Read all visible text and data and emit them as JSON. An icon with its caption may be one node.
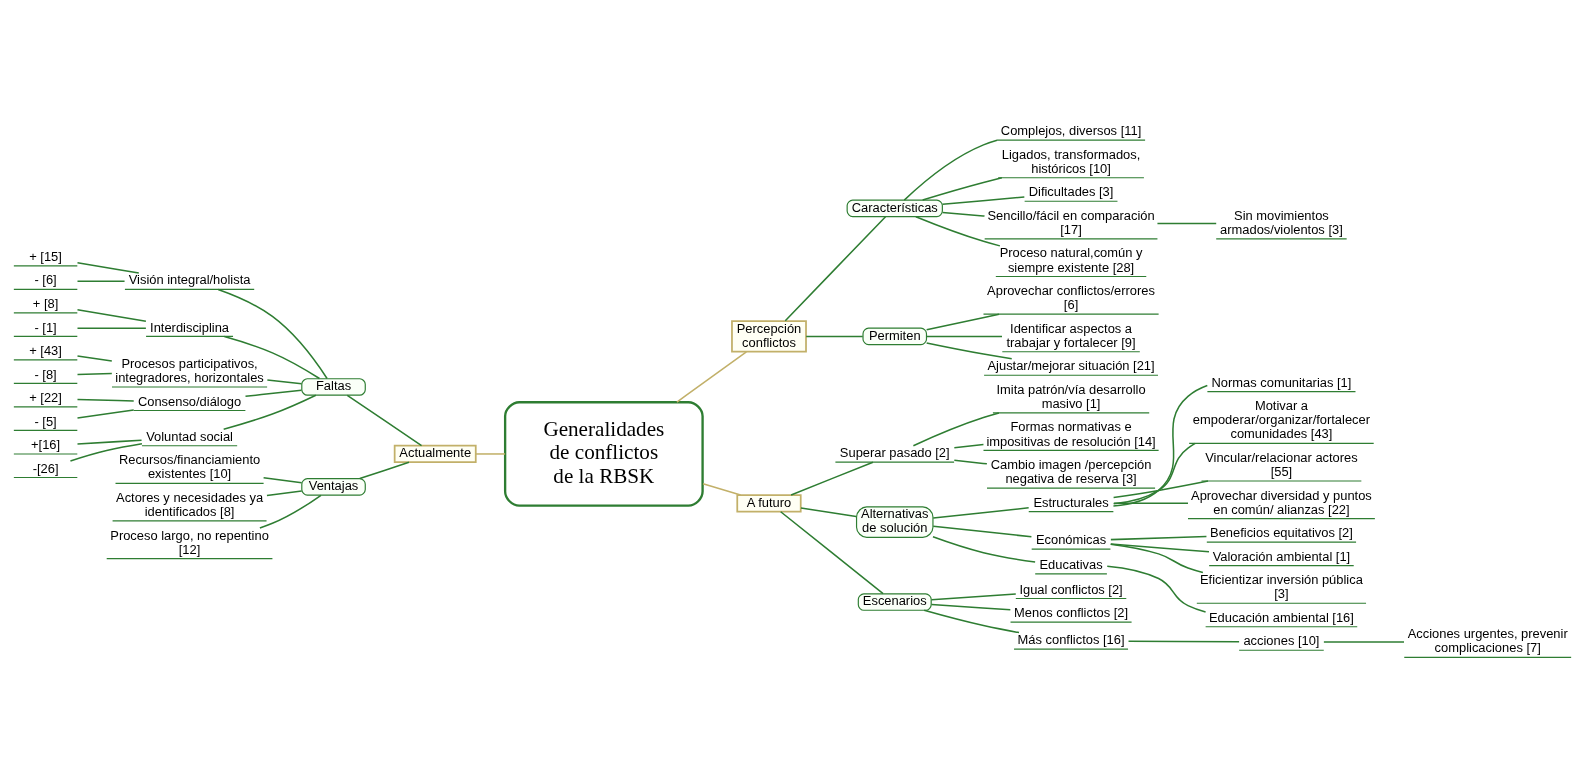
{
  "diagram": {
    "nodes": [
      {
        "text": [
          "Generalidades de conflictos de la RBSK"
        ]
      },
      {
        "text": [
          "Percepción conflictos"
        ]
      },
      {
        "text": [
          "Características"
        ]
      },
      {
        "text": [
          "Complejos, diversos [11]"
        ]
      },
      {
        "text": [
          "Ligados, transformados, históricos [10]"
        ]
      },
      {
        "text": [
          "Dificultades [3]"
        ]
      },
      {
        "text": [
          "Sencillo/fácil en comparación [17]"
        ]
      },
      {
        "text": [
          "Sin movimientos armados/violentos [3]"
        ]
      },
      {
        "text": [
          "Proceso natural,común y siempre existente [28]"
        ]
      },
      {
        "text": [
          "Permiten"
        ]
      },
      {
        "text": [
          "Aprovechar conflictos/errores [6]"
        ]
      },
      {
        "text": [
          "Identificar aspectos a trabajar y fortalecer [9]"
        ]
      },
      {
        "text": [
          "Ajustar/mejorar situación [21]"
        ]
      },
      {
        "text": [
          "A futuro"
        ]
      },
      {
        "text": [
          "Superar pasado [2]"
        ]
      },
      {
        "text": [
          "Imita patrón/vía desarrollo masivo [1]"
        ]
      },
      {
        "text": [
          "Formas normativas e impositivas de resolución [14]"
        ]
      },
      {
        "text": [
          "Cambio imagen /percepción negativa de reserva [3]"
        ]
      },
      {
        "text": [
          "Alternativas de solución"
        ]
      },
      {
        "text": [
          "Estructurales"
        ]
      },
      {
        "text": [
          "Normas comunitarias [1]"
        ]
      },
      {
        "text": [
          "Motivar a empoderar/organizar/fortalecer comunidades [43]"
        ]
      },
      {
        "text": [
          "Vincular/relacionar actores [55]"
        ]
      },
      {
        "text": [
          "Aprovechar diversidad y puntos en común/ alianzas [22]"
        ]
      },
      {
        "text": [
          "Económicas"
        ]
      },
      {
        "text": [
          "Beneficios equitativos [2]"
        ]
      },
      {
        "text": [
          "Valoración ambiental [1]"
        ]
      },
      {
        "text": [
          "Eficientizar inversión pública [3]"
        ]
      },
      {
        "text": [
          "Educativas"
        ]
      },
      {
        "text": [
          "Educación ambiental [16]"
        ]
      },
      {
        "text": [
          "Escenarios"
        ]
      },
      {
        "text": [
          "Igual conflictos [2]"
        ]
      },
      {
        "text": [
          "Menos conflictos [2]"
        ]
      },
      {
        "text": [
          "Más conflictos [16]"
        ]
      },
      {
        "text": [
          "acciones [10]"
        ]
      },
      {
        "text": [
          "Acciones urgentes, prevenir complicaciones [7]"
        ]
      },
      {
        "text": [
          "Actualmente"
        ]
      },
      {
        "text": [
          "Faltas"
        ]
      },
      {
        "text": [
          "Visión integral/holista"
        ]
      },
      {
        "text": [
          "+ [15]"
        ]
      },
      {
        "text": [
          "- [6]"
        ]
      },
      {
        "text": [
          "Interdisciplina"
        ]
      },
      {
        "text": [
          "+ [8]"
        ]
      },
      {
        "text": [
          "- [1]"
        ]
      },
      {
        "text": [
          "Procesos participativos, integradores, horizontales"
        ]
      },
      {
        "text": [
          "+ [43]"
        ]
      },
      {
        "text": [
          "- [8]"
        ]
      },
      {
        "text": [
          "Consenso/diálogo"
        ]
      },
      {
        "text": [
          "+ [22]"
        ]
      },
      {
        "text": [
          "- [5]"
        ]
      },
      {
        "text": [
          "Voluntad social"
        ]
      },
      {
        "text": [
          "+[16]"
        ]
      },
      {
        "text": [
          "-[26]"
        ]
      },
      {
        "text": [
          "Ventajas"
        ]
      },
      {
        "text": [
          "Recursos/financiamiento existentes [10]"
        ]
      },
      {
        "text": [
          "Actores y necesidades ya identificados [8]"
        ]
      },
      {
        "text": [
          "Proceso largo, no repentino [12]"
        ]
      }
    ],
    "edges": [
      {
        "from": 0,
        "to": 1,
        "arrow": "none",
        "color": "#c2b069"
      },
      {
        "from": 1,
        "to": 2,
        "arrow": "none"
      },
      {
        "from": 2,
        "to": 3,
        "arrow": "none"
      },
      {
        "from": 2,
        "to": 4,
        "arrow": "none"
      },
      {
        "from": 2,
        "to": 5,
        "arrow": "none"
      },
      {
        "from": 2,
        "to": 6,
        "arrow": "none"
      },
      {
        "from": 6,
        "to": 7,
        "arrow": "none"
      },
      {
        "from": 2,
        "to": 8,
        "arrow": "none"
      },
      {
        "from": 1,
        "to": 9,
        "arrow": "none"
      },
      {
        "from": 9,
        "to": 10,
        "arrow": "none"
      },
      {
        "from": 9,
        "to": 11,
        "arrow": "none"
      },
      {
        "from": 9,
        "to": 12,
        "arrow": "none"
      },
      {
        "from": 0,
        "to": 13,
        "arrow": "none",
        "color": "#c2b069"
      },
      {
        "from": 13,
        "to": 14,
        "arrow": "none"
      },
      {
        "from": 14,
        "to": 15,
        "arrow": "none"
      },
      {
        "from": 14,
        "to": 16,
        "arrow": "none"
      },
      {
        "from": 14,
        "to": 17,
        "arrow": "none"
      },
      {
        "from": 13,
        "to": 18,
        "arrow": "none"
      },
      {
        "from": 18,
        "to": 19,
        "arrow": "none"
      },
      {
        "from": 19,
        "to": 20,
        "arrow": "none"
      },
      {
        "from": 19,
        "to": 21,
        "arrow": "none"
      },
      {
        "from": 19,
        "to": 22,
        "arrow": "none"
      },
      {
        "from": 19,
        "to": 23,
        "arrow": "none"
      },
      {
        "from": 18,
        "to": 24,
        "arrow": "none"
      },
      {
        "from": 24,
        "to": 25,
        "arrow": "none"
      },
      {
        "from": 24,
        "to": 26,
        "arrow": "none"
      },
      {
        "from": 24,
        "to": 27,
        "arrow": "none"
      },
      {
        "from": 18,
        "to": 28,
        "arrow": "none"
      },
      {
        "from": 28,
        "to": 29,
        "arrow": "none"
      },
      {
        "from": 13,
        "to": 30,
        "arrow": "none"
      },
      {
        "from": 30,
        "to": 31,
        "arrow": "none"
      },
      {
        "from": 30,
        "to": 32,
        "arrow": "none"
      },
      {
        "from": 30,
        "to": 33,
        "arrow": "none"
      },
      {
        "from": 33,
        "to": 34,
        "arrow": "none"
      },
      {
        "from": 34,
        "to": 35,
        "arrow": "none"
      },
      {
        "from": 36,
        "to": 0,
        "arrow": "none",
        "color": "#c2b069"
      },
      {
        "from": 37,
        "to": 36,
        "arrow": "none"
      },
      {
        "from": 38,
        "to": 37,
        "arrow": "none"
      },
      {
        "from": 39,
        "to": 38,
        "arrow": "none"
      },
      {
        "from": 40,
        "to": 38,
        "arrow": "none"
      },
      {
        "from": 41,
        "to": 37,
        "arrow": "none"
      },
      {
        "from": 42,
        "to": 41,
        "arrow": "none"
      },
      {
        "from": 43,
        "to": 41,
        "arrow": "none"
      },
      {
        "from": 44,
        "to": 37,
        "arrow": "none"
      },
      {
        "from": 45,
        "to": 44,
        "arrow": "none"
      },
      {
        "from": 46,
        "to": 44,
        "arrow": "none"
      },
      {
        "from": 47,
        "to": 37,
        "arrow": "none"
      },
      {
        "from": 48,
        "to": 47,
        "arrow": "none"
      },
      {
        "from": 49,
        "to": 47,
        "arrow": "none"
      },
      {
        "from": 50,
        "to": 37,
        "arrow": "none"
      },
      {
        "from": 51,
        "to": 50,
        "arrow": "none"
      },
      {
        "from": 52,
        "to": 50,
        "arrow": "none"
      },
      {
        "from": 53,
        "to": 36,
        "arrow": "none"
      },
      {
        "from": 54,
        "to": 53,
        "arrow": "none"
      },
      {
        "from": 55,
        "to": 53,
        "arrow": "none"
      },
      {
        "from": 56,
        "to": 53,
        "arrow": "none"
      }
    ]
  }
}
